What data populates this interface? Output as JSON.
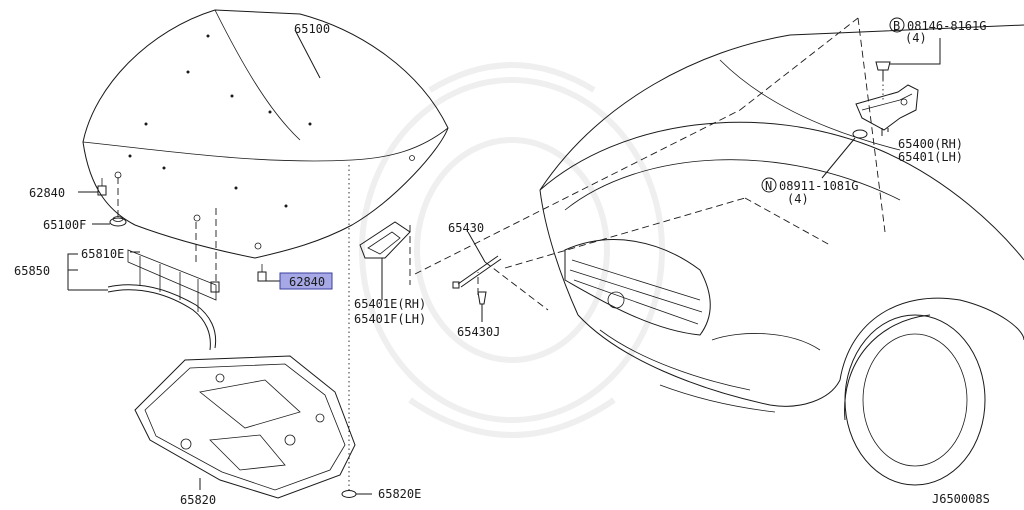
{
  "labels": {
    "hood": "65100",
    "insulator_screw": "62840",
    "hood_bumper": "65100F",
    "seal_assembly": "65850",
    "seal_bracket": "65810E",
    "highlighted_part": "62840",
    "under_cover": "65820",
    "clip": "65820E",
    "striker_rh": "65401E(RH)",
    "striker_lh": "65401F(LH)",
    "stay": "65430",
    "stay_clip": "65430J",
    "bolt_code": "08146-8161G",
    "bolt_qty": "(4)",
    "bolt_prefix": "B",
    "hinge_rh": "65400(RH)",
    "hinge_lh": "65401(LH)",
    "nut_code": "08911-1081G",
    "nut_qty": "(4)",
    "nut_prefix": "N",
    "diagram_code": "J650008S"
  },
  "colors": {
    "line": "#1a1a1a",
    "highlight_fill": "#a7a9e6",
    "highlight_stroke": "#3b3f9e",
    "watermark": "#efefef"
  }
}
